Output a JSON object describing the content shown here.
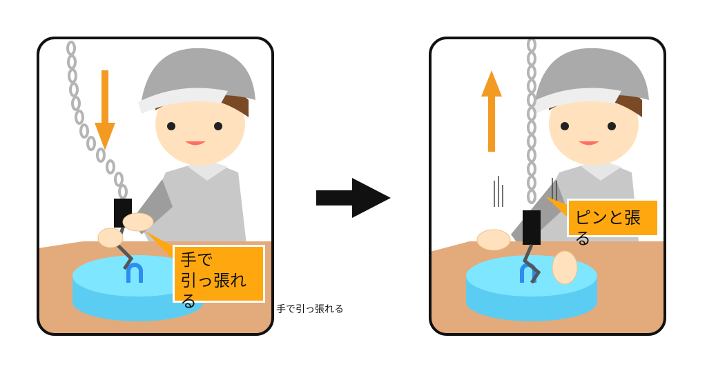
{
  "panels": [
    {
      "label": "手で\n引っ張れる",
      "line1": "手で",
      "line2": "引っ張れる",
      "arrow_direction": "down"
    },
    {
      "label": "ピンと張る",
      "arrow_direction": "up"
    }
  ],
  "colors": {
    "arrow": "#f39a22",
    "callout": "#ffa70f",
    "magnet_top": "#7fe6ff",
    "magnet_side": "#5ccdf2",
    "desk": "#e3aa7c",
    "frame": "#111111"
  }
}
